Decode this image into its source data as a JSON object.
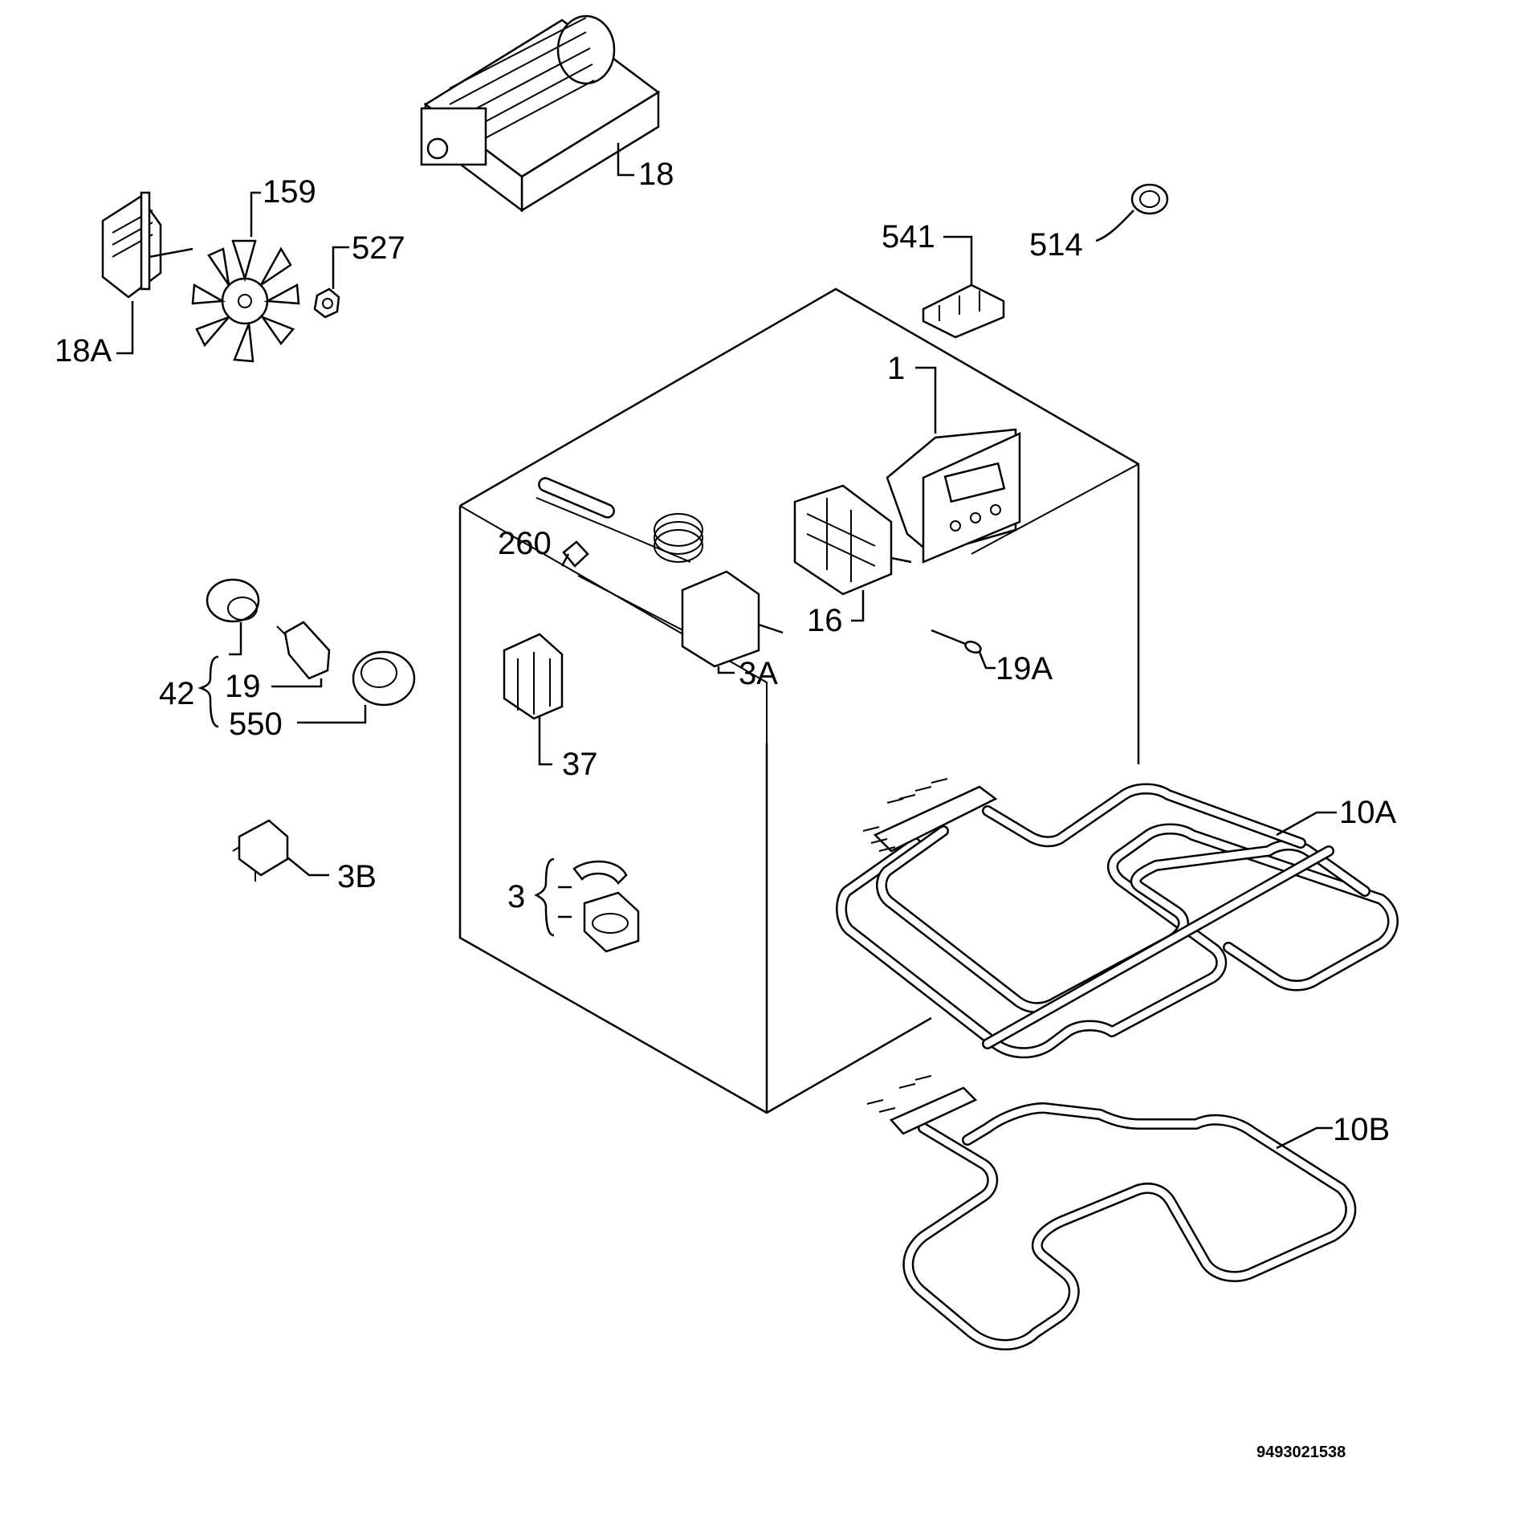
{
  "labels": {
    "p18": "18",
    "p159": "159",
    "p527": "527",
    "p18a": "18A",
    "p541": "541",
    "p514": "514",
    "p1": "1",
    "p260": "260",
    "p16": "16",
    "p3a": "3A",
    "p19a": "19A",
    "p42": "42",
    "p19": "19",
    "p550": "550",
    "p37": "37",
    "p10a": "10A",
    "p3b": "3B",
    "p3": "3",
    "p10b": "10B"
  },
  "drawing_code": "9493021538"
}
